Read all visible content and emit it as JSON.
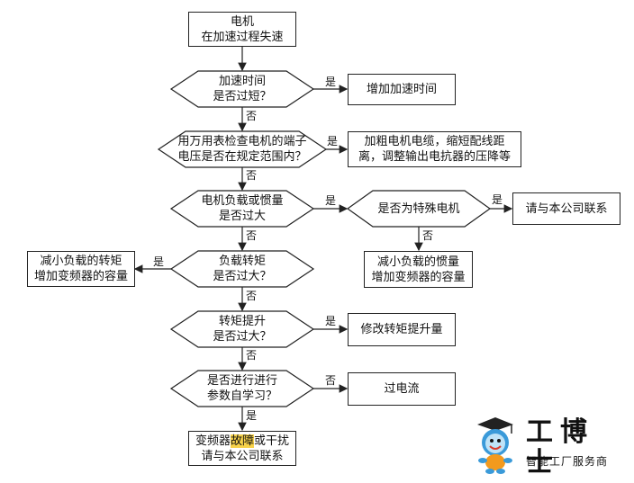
{
  "flowchart": {
    "start": "电机\n在加速过程失速",
    "q_accel_time": "加速时间\n是否过短？",
    "a_increase_accel": "增加加速时间",
    "q_terminal_voltage": "用万用表检查电机的端子\n电压是否在规定范围内？",
    "a_cable": "加粗电机电缆，缩短配线距\n离，调整输出电抗器的压降等",
    "q_load_inertia": "电机负载或惯量\n是否过大",
    "q_special_motor": "是否为特殊电机",
    "a_contact_1": "请与本公司联系",
    "a_reduce_inertia": "减小负载的惯量\n增加变频器的容量",
    "q_load_torque": "负载转矩\n是否过大？",
    "a_reduce_torque": "减小负载的转矩\n增加变频器的容量",
    "q_torque_boost": "转矩提升\n是否过大？",
    "a_torque_boost": "修改转矩提升量",
    "q_autotune": "是否进行进行\n参数自学习？",
    "a_overcurrent": "过电流",
    "end_prefix": "变频器",
    "end_highlight": "故障",
    "end_suffix": "或干扰",
    "end_line2": "请与本公司联系",
    "yes": "是",
    "no": "否"
  },
  "logo": {
    "brand": "工博士",
    "tagline": "智能工厂服务商"
  },
  "colors": {
    "line": "#222222",
    "highlight": "#f7d24a",
    "mascot_blue": "#3a9ad9",
    "mascot_orange": "#f39a1e"
  }
}
